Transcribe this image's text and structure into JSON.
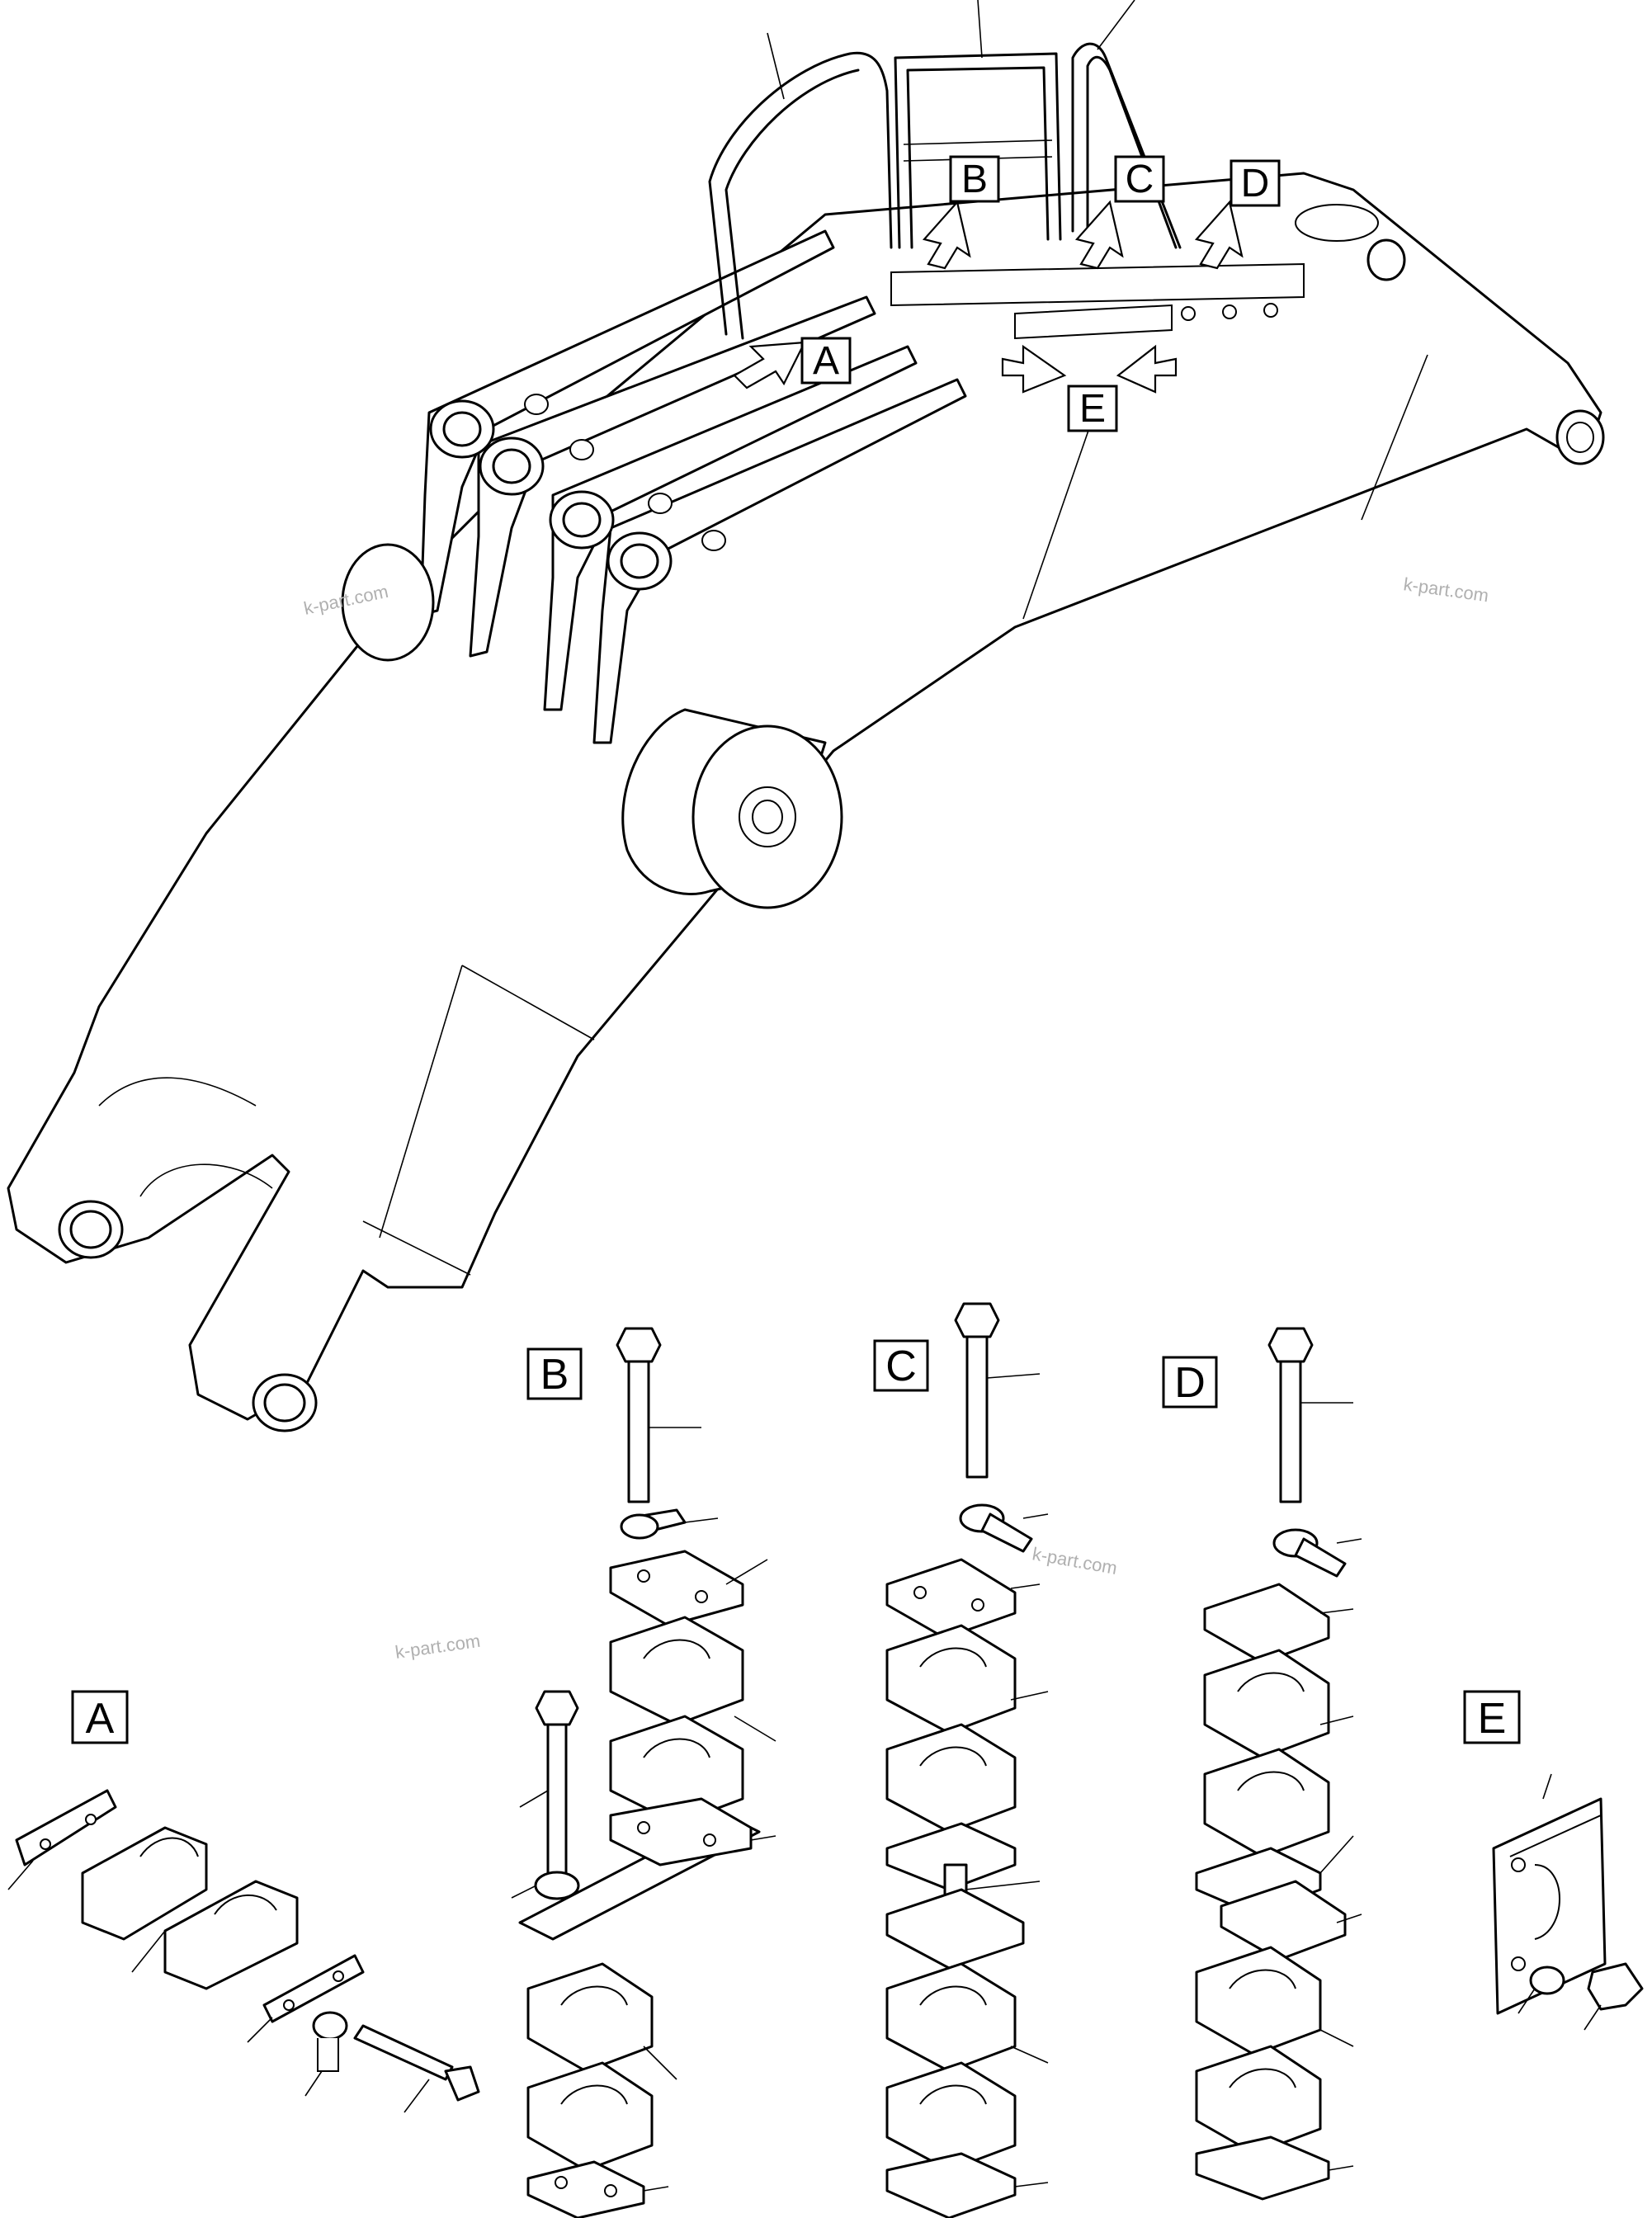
{
  "callouts": [
    "A",
    "B",
    "C",
    "D",
    "E"
  ],
  "details": [
    {
      "label": "A"
    },
    {
      "label": "B"
    },
    {
      "label": "C"
    },
    {
      "label": "D"
    },
    {
      "label": "E"
    }
  ],
  "watermark": "k-part.com"
}
